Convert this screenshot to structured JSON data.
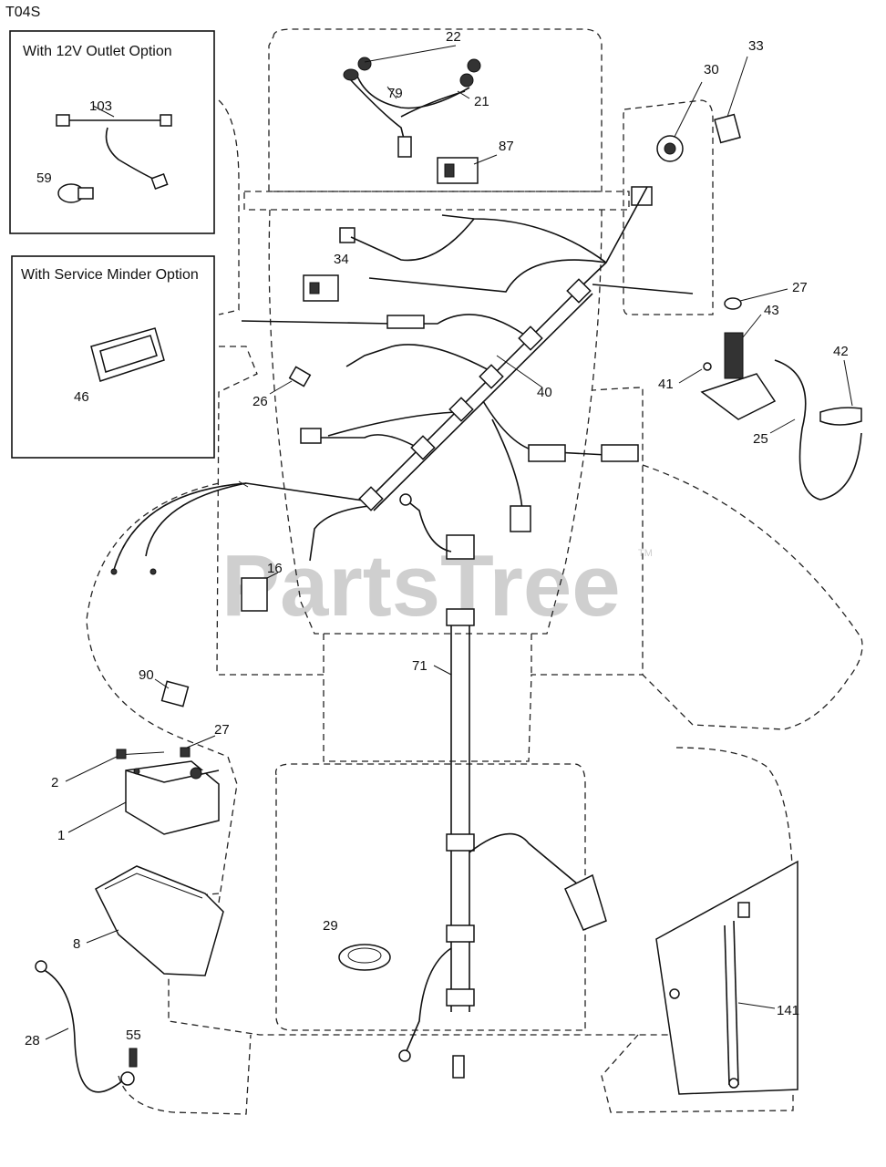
{
  "diagram_code": "T04S",
  "watermark": {
    "text": "PartsTree",
    "tm": "TM"
  },
  "insets": {
    "outlet_option": "With 12V Outlet Option",
    "service_minder_option": "With Service Minder Option"
  },
  "callouts": [
    "22",
    "79",
    "21",
    "33",
    "30",
    "87",
    "103",
    "59",
    "34",
    "27",
    "43",
    "42",
    "41",
    "40",
    "26",
    "25",
    "46",
    "16",
    "71",
    "90",
    "27",
    "2",
    "1",
    "8",
    "29",
    "141",
    "28",
    "55"
  ]
}
